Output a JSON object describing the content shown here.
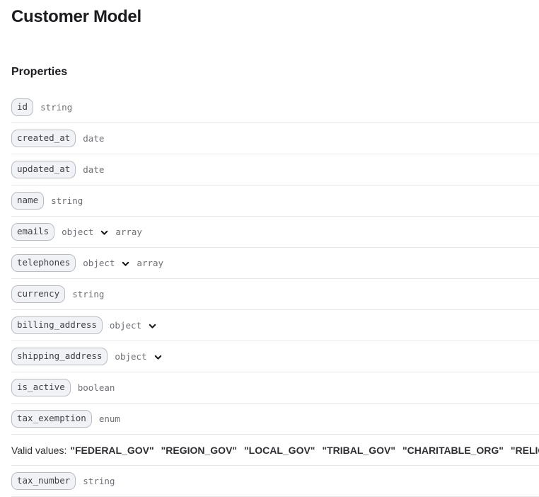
{
  "document": {
    "title": "Customer Model",
    "section_heading": "Properties"
  },
  "properties": [
    {
      "name": "id",
      "type": "string",
      "chevron": false,
      "subtype": ""
    },
    {
      "name": "created_at",
      "type": "date",
      "chevron": false,
      "subtype": ""
    },
    {
      "name": "updated_at",
      "type": "date",
      "chevron": false,
      "subtype": ""
    },
    {
      "name": "name",
      "type": "string",
      "chevron": false,
      "subtype": ""
    },
    {
      "name": "emails",
      "type": "object",
      "chevron": true,
      "subtype": "array"
    },
    {
      "name": "telephones",
      "type": "object",
      "chevron": true,
      "subtype": "array"
    },
    {
      "name": "currency",
      "type": "string",
      "chevron": false,
      "subtype": ""
    },
    {
      "name": "billing_address",
      "type": "object",
      "chevron": true,
      "subtype": ""
    },
    {
      "name": "shipping_address",
      "type": "object",
      "chevron": true,
      "subtype": ""
    },
    {
      "name": "is_active",
      "type": "boolean",
      "chevron": false,
      "subtype": ""
    },
    {
      "name": "tax_exemption",
      "type": "enum",
      "chevron": false,
      "subtype": ""
    }
  ],
  "enum_row": {
    "label": "Valid values:",
    "values": [
      "\"FEDERAL_GOV\"",
      "\"REGION_GOV\"",
      "\"LOCAL_GOV\"",
      "\"TRIBAL_GOV\"",
      "\"CHARITABLE_ORG\"",
      "\"RELIGIOUS_ORG\""
    ]
  },
  "trailing_properties": [
    {
      "name": "tax_number",
      "type": "string",
      "chevron": false,
      "subtype": ""
    }
  ],
  "icons": {
    "expand": "chevron-down-icon"
  },
  "colors": {
    "text": "#1b1b1f",
    "muted": "#6e6e78",
    "pill_bg": "#f1f2f6",
    "pill_border": "#b8bcc7",
    "divider": "#e6e6e9"
  }
}
